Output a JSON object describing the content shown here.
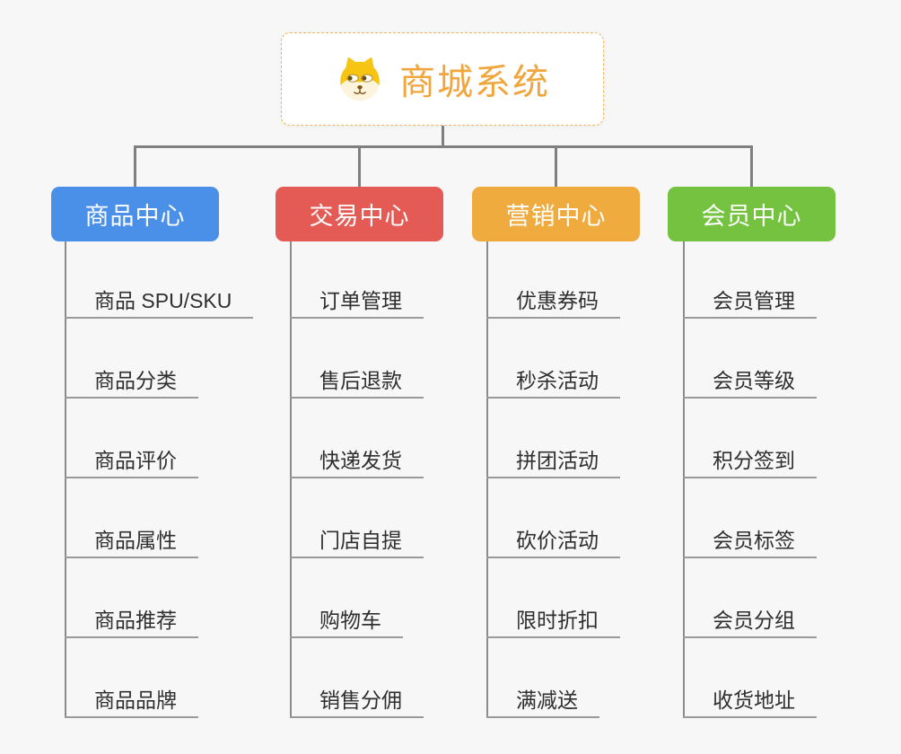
{
  "canvas": {
    "background": "#f7f7f7",
    "connector_color": "#7f7f7f",
    "underline_color": "#9a9a9a"
  },
  "root": {
    "title": "商城系统",
    "title_color": "#f0a63c",
    "border_color": "#f2b558",
    "icon": "dog-face"
  },
  "branches": [
    {
      "label": "商品中心",
      "color": "#4a90e8",
      "items": [
        "商品 SPU/SKU",
        "商品分类",
        "商品评价",
        "商品属性",
        "商品推荐",
        "商品品牌"
      ]
    },
    {
      "label": "交易中心",
      "color": "#e45b55",
      "items": [
        "订单管理",
        "售后退款",
        "快递发货",
        "门店自提",
        "购物车",
        "销售分佣"
      ]
    },
    {
      "label": "营销中心",
      "color": "#efab3d",
      "items": [
        "优惠券码",
        "秒杀活动",
        "拼团活动",
        "砍价活动",
        "限时折扣",
        "满减送"
      ]
    },
    {
      "label": "会员中心",
      "color": "#74c23f",
      "items": [
        "会员管理",
        "会员等级",
        "积分签到",
        "会员标签",
        "会员分组",
        "收货地址"
      ]
    }
  ]
}
